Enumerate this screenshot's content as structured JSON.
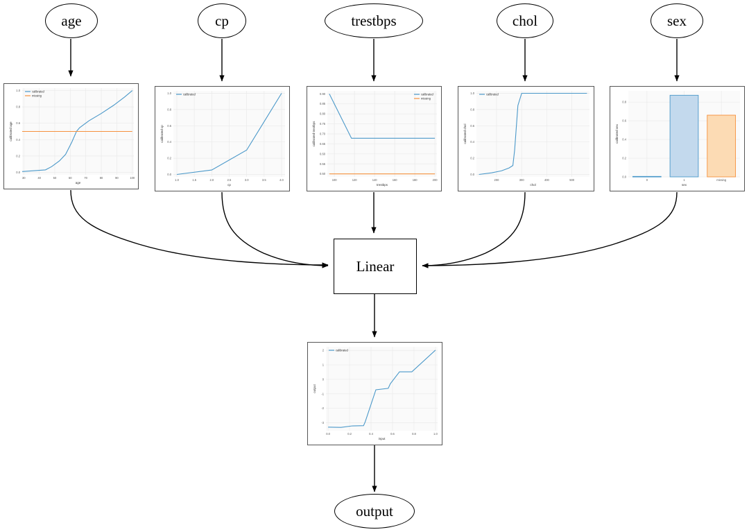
{
  "graph": {
    "input_nodes": [
      {
        "id": "age",
        "label": "age"
      },
      {
        "id": "cp",
        "label": "cp"
      },
      {
        "id": "trestbps",
        "label": "trestbps"
      },
      {
        "id": "chol",
        "label": "chol"
      },
      {
        "id": "sex",
        "label": "sex"
      }
    ],
    "linear_node": {
      "label": "Linear"
    },
    "output_node": {
      "label": "output"
    }
  },
  "colors": {
    "calibrated_line": "#4a98c9",
    "missing_line": "#f5913e",
    "bar_blue_face": "#c3d9ed",
    "bar_blue_edge": "#4a98c9",
    "bar_orange_face": "#fcdbb4",
    "bar_orange_edge": "#f5913e",
    "panel_border": "#555555",
    "plot_bg": "#fafafa",
    "grid": "#eaeaea",
    "tick_text": "#555555",
    "edge_stroke": "#000000"
  },
  "chart_data": [
    {
      "id": "age",
      "type": "line",
      "title": "",
      "xlabel": "age",
      "ylabel": "calibrated age",
      "xlim": [
        29,
        101
      ],
      "ylim": [
        -0.03,
        1.03
      ],
      "xticks": [
        30,
        40,
        50,
        60,
        70,
        80,
        90,
        100
      ],
      "xticklabels": [
        "30",
        "40",
        "50",
        "60",
        "70",
        "80",
        "90",
        "100"
      ],
      "yticks": [
        0.0,
        0.2,
        0.4,
        0.6,
        0.8,
        1.0
      ],
      "yticklabels": [
        "0.0",
        "0.2",
        "0.4",
        "0.6",
        "0.8",
        "1.0"
      ],
      "grid": true,
      "legend": [
        "calibrated",
        "missing"
      ],
      "legend_position": "upper left",
      "series": [
        {
          "name": "calibrated",
          "color": "#4a98c9",
          "x": [
            29,
            44,
            48,
            53,
            57,
            61,
            64,
            66,
            72,
            80,
            88,
            95,
            100
          ],
          "y": [
            0.01,
            0.03,
            0.07,
            0.14,
            0.22,
            0.37,
            0.5,
            0.545,
            0.63,
            0.72,
            0.82,
            0.92,
            1.0
          ]
        },
        {
          "name": "missing",
          "color": "#f5913e",
          "x": [
            29,
            100
          ],
          "y": [
            0.5,
            0.5
          ]
        }
      ]
    },
    {
      "id": "cp",
      "type": "line",
      "title": "",
      "xlabel": "cp",
      "ylabel": "calibrated cp",
      "xlim": [
        0.9,
        4.1
      ],
      "ylim": [
        -0.03,
        1.03
      ],
      "xticks": [
        1.0,
        1.5,
        2.0,
        2.5,
        3.0,
        3.5,
        4.0
      ],
      "xticklabels": [
        "1.0",
        "1.5",
        "2.0",
        "2.5",
        "3.0",
        "3.5",
        "4.0"
      ],
      "yticks": [
        0.0,
        0.2,
        0.4,
        0.6,
        0.8,
        1.0
      ],
      "yticklabels": [
        "0.0",
        "0.2",
        "0.4",
        "0.6",
        "0.8",
        "1.0"
      ],
      "grid": true,
      "legend": [
        "calibrated"
      ],
      "legend_position": "upper left",
      "series": [
        {
          "name": "calibrated",
          "color": "#4a98c9",
          "x": [
            1.0,
            2.0,
            3.0,
            4.0
          ],
          "y": [
            0.0,
            0.055,
            0.3,
            1.0
          ]
        }
      ]
    },
    {
      "id": "trestbps",
      "type": "line",
      "title": "",
      "xlabel": "trestbps",
      "ylabel": "calibrated trestbps",
      "xlim": [
        93,
        202
      ],
      "ylim": [
        0.485,
        0.915
      ],
      "xticks": [
        100,
        120,
        140,
        160,
        180,
        200
      ],
      "xticklabels": [
        "100",
        "120",
        "140",
        "160",
        "180",
        "200"
      ],
      "yticks": [
        0.5,
        0.55,
        0.6,
        0.65,
        0.7,
        0.75,
        0.8,
        0.85,
        0.9
      ],
      "yticklabels": [
        "0.50",
        "0.55",
        "0.60",
        "0.65",
        "0.70",
        "0.75",
        "0.80",
        "0.85",
        "0.90"
      ],
      "grid": true,
      "legend": [
        "calibrated",
        "missing"
      ],
      "legend_position": "upper right",
      "series": [
        {
          "name": "calibrated",
          "color": "#4a98c9",
          "x": [
            95,
            117,
            200
          ],
          "y": [
            0.9,
            0.678,
            0.678
          ]
        },
        {
          "name": "missing",
          "color": "#f5913e",
          "x": [
            95,
            200
          ],
          "y": [
            0.5,
            0.5
          ]
        }
      ]
    },
    {
      "id": "chol",
      "type": "line",
      "title": "",
      "xlabel": "chol",
      "ylabel": "calibrated chol",
      "xlim": [
        120,
        570
      ],
      "ylim": [
        -0.03,
        1.03
      ],
      "xticks": [
        200,
        300,
        400,
        500
      ],
      "xticklabels": [
        "200",
        "300",
        "400",
        "500"
      ],
      "yticks": [
        0.0,
        0.2,
        0.4,
        0.6,
        0.8,
        1.0
      ],
      "yticklabels": [
        "0.0",
        "0.2",
        "0.4",
        "0.6",
        "0.8",
        "1.0"
      ],
      "grid": true,
      "legend": [
        "calibrated"
      ],
      "legend_position": "upper left",
      "series": [
        {
          "name": "calibrated",
          "color": "#4a98c9",
          "x": [
            130,
            180,
            220,
            250,
            265,
            272,
            285,
            300,
            560
          ],
          "y": [
            0.0,
            0.02,
            0.045,
            0.08,
            0.11,
            0.3,
            0.85,
            1.0,
            1.0
          ]
        }
      ]
    },
    {
      "id": "sex",
      "type": "bar",
      "title": "",
      "xlabel": "sex",
      "ylabel": "calibrated sex",
      "categories": [
        "0",
        "1",
        "missing"
      ],
      "values": [
        0.005,
        0.873,
        0.66
      ],
      "ylim": [
        0.0,
        0.92
      ],
      "yticks": [
        0.0,
        0.2,
        0.4,
        0.6,
        0.8
      ],
      "yticklabels": [
        "0.0",
        "0.2",
        "0.4",
        "0.6",
        "0.8"
      ],
      "grid": true,
      "legend": [],
      "bar_colors": [
        "#c3d9ed",
        "#c3d9ed",
        "#fcdbb4"
      ],
      "bar_edge_colors": [
        "#4a98c9",
        "#4a98c9",
        "#f5913e"
      ]
    },
    {
      "id": "output",
      "type": "line",
      "title": "",
      "xlabel": "input",
      "ylabel": "output",
      "xlim": [
        -0.02,
        1.02
      ],
      "ylim": [
        -3.55,
        2.25
      ],
      "xticks": [
        0.0,
        0.2,
        0.4,
        0.6,
        0.8,
        1.0
      ],
      "xticklabels": [
        "0.0",
        "0.2",
        "0.4",
        "0.6",
        "0.8",
        "1.0"
      ],
      "yticks": [
        -3,
        -2,
        -1,
        0,
        1,
        2
      ],
      "yticklabels": [
        "-3",
        "-2",
        "-1",
        "0",
        "1",
        "2"
      ],
      "grid": true,
      "legend": [
        "calibrated"
      ],
      "legend_position": "upper left",
      "series": [
        {
          "name": "calibrated",
          "color": "#4a98c9",
          "x": [
            0.0,
            0.12,
            0.22,
            0.33,
            0.345,
            0.445,
            0.56,
            0.58,
            0.665,
            0.78,
            1.0
          ],
          "y": [
            -3.3,
            -3.32,
            -3.22,
            -3.2,
            -2.95,
            -0.72,
            -0.62,
            -0.3,
            0.52,
            0.52,
            2.02
          ]
        }
      ]
    }
  ]
}
